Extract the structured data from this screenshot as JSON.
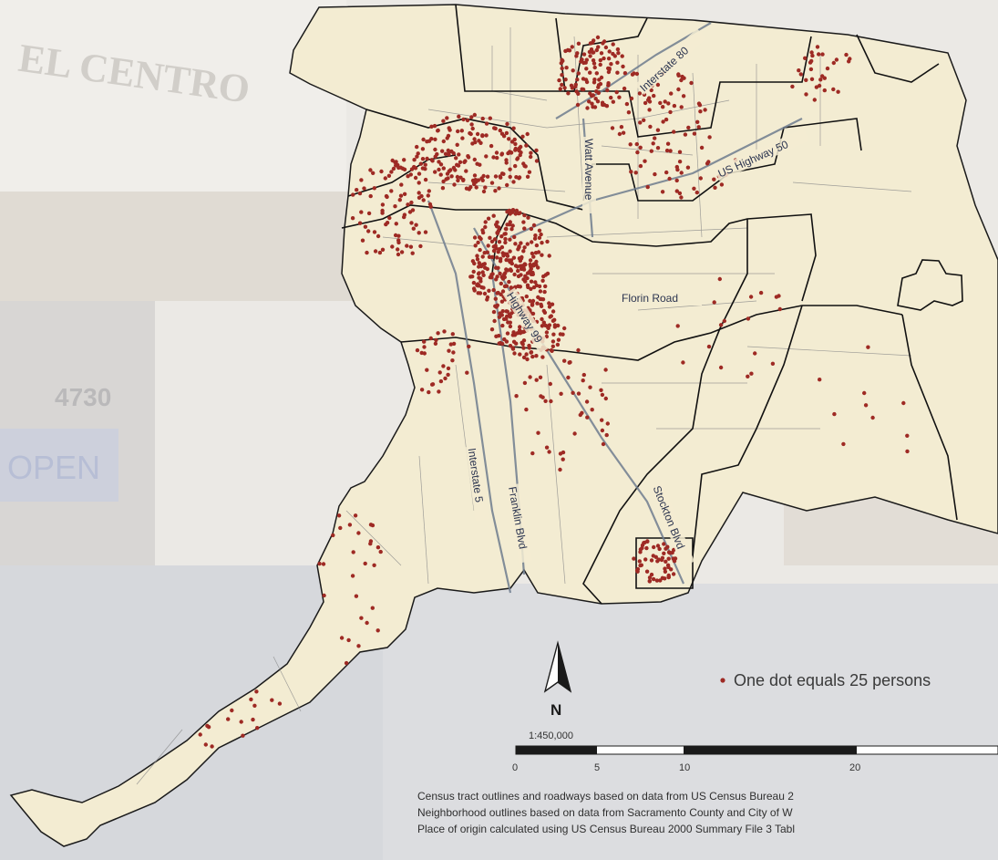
{
  "roads": {
    "interstate80": "Interstate 80",
    "us50": "US Highway 50",
    "watt": "Watt Avenue",
    "florin": "Florin Road",
    "hwy99": "Highway 99",
    "i5": "Interstate 5",
    "franklin": "Franklin Blvd",
    "stockton": "Stockton Blvd"
  },
  "legend": {
    "dot_label": "One dot equals 25 persons"
  },
  "north_arrow": {
    "label": "N"
  },
  "scale": {
    "ratio": "1:450,000",
    "ticks": [
      "0",
      "5",
      "10",
      "20"
    ]
  },
  "background": {
    "sign_text": "EL CENTRO",
    "sign_number": "4730",
    "open_sign": "OPEN"
  },
  "credits": [
    "Census tract outlines and roadways based on data from US Census Bureau 2",
    "Neighborhood outlines based on data from Sacramento County and City of W",
    "Place of origin calculated using US Census Bureau 2000 Summary File 3 Tabl"
  ],
  "colors": {
    "land": "#f3ecd2",
    "dot": "#9e2a24",
    "boundary": "#1a1a1a",
    "road": "#6f7d8f"
  }
}
